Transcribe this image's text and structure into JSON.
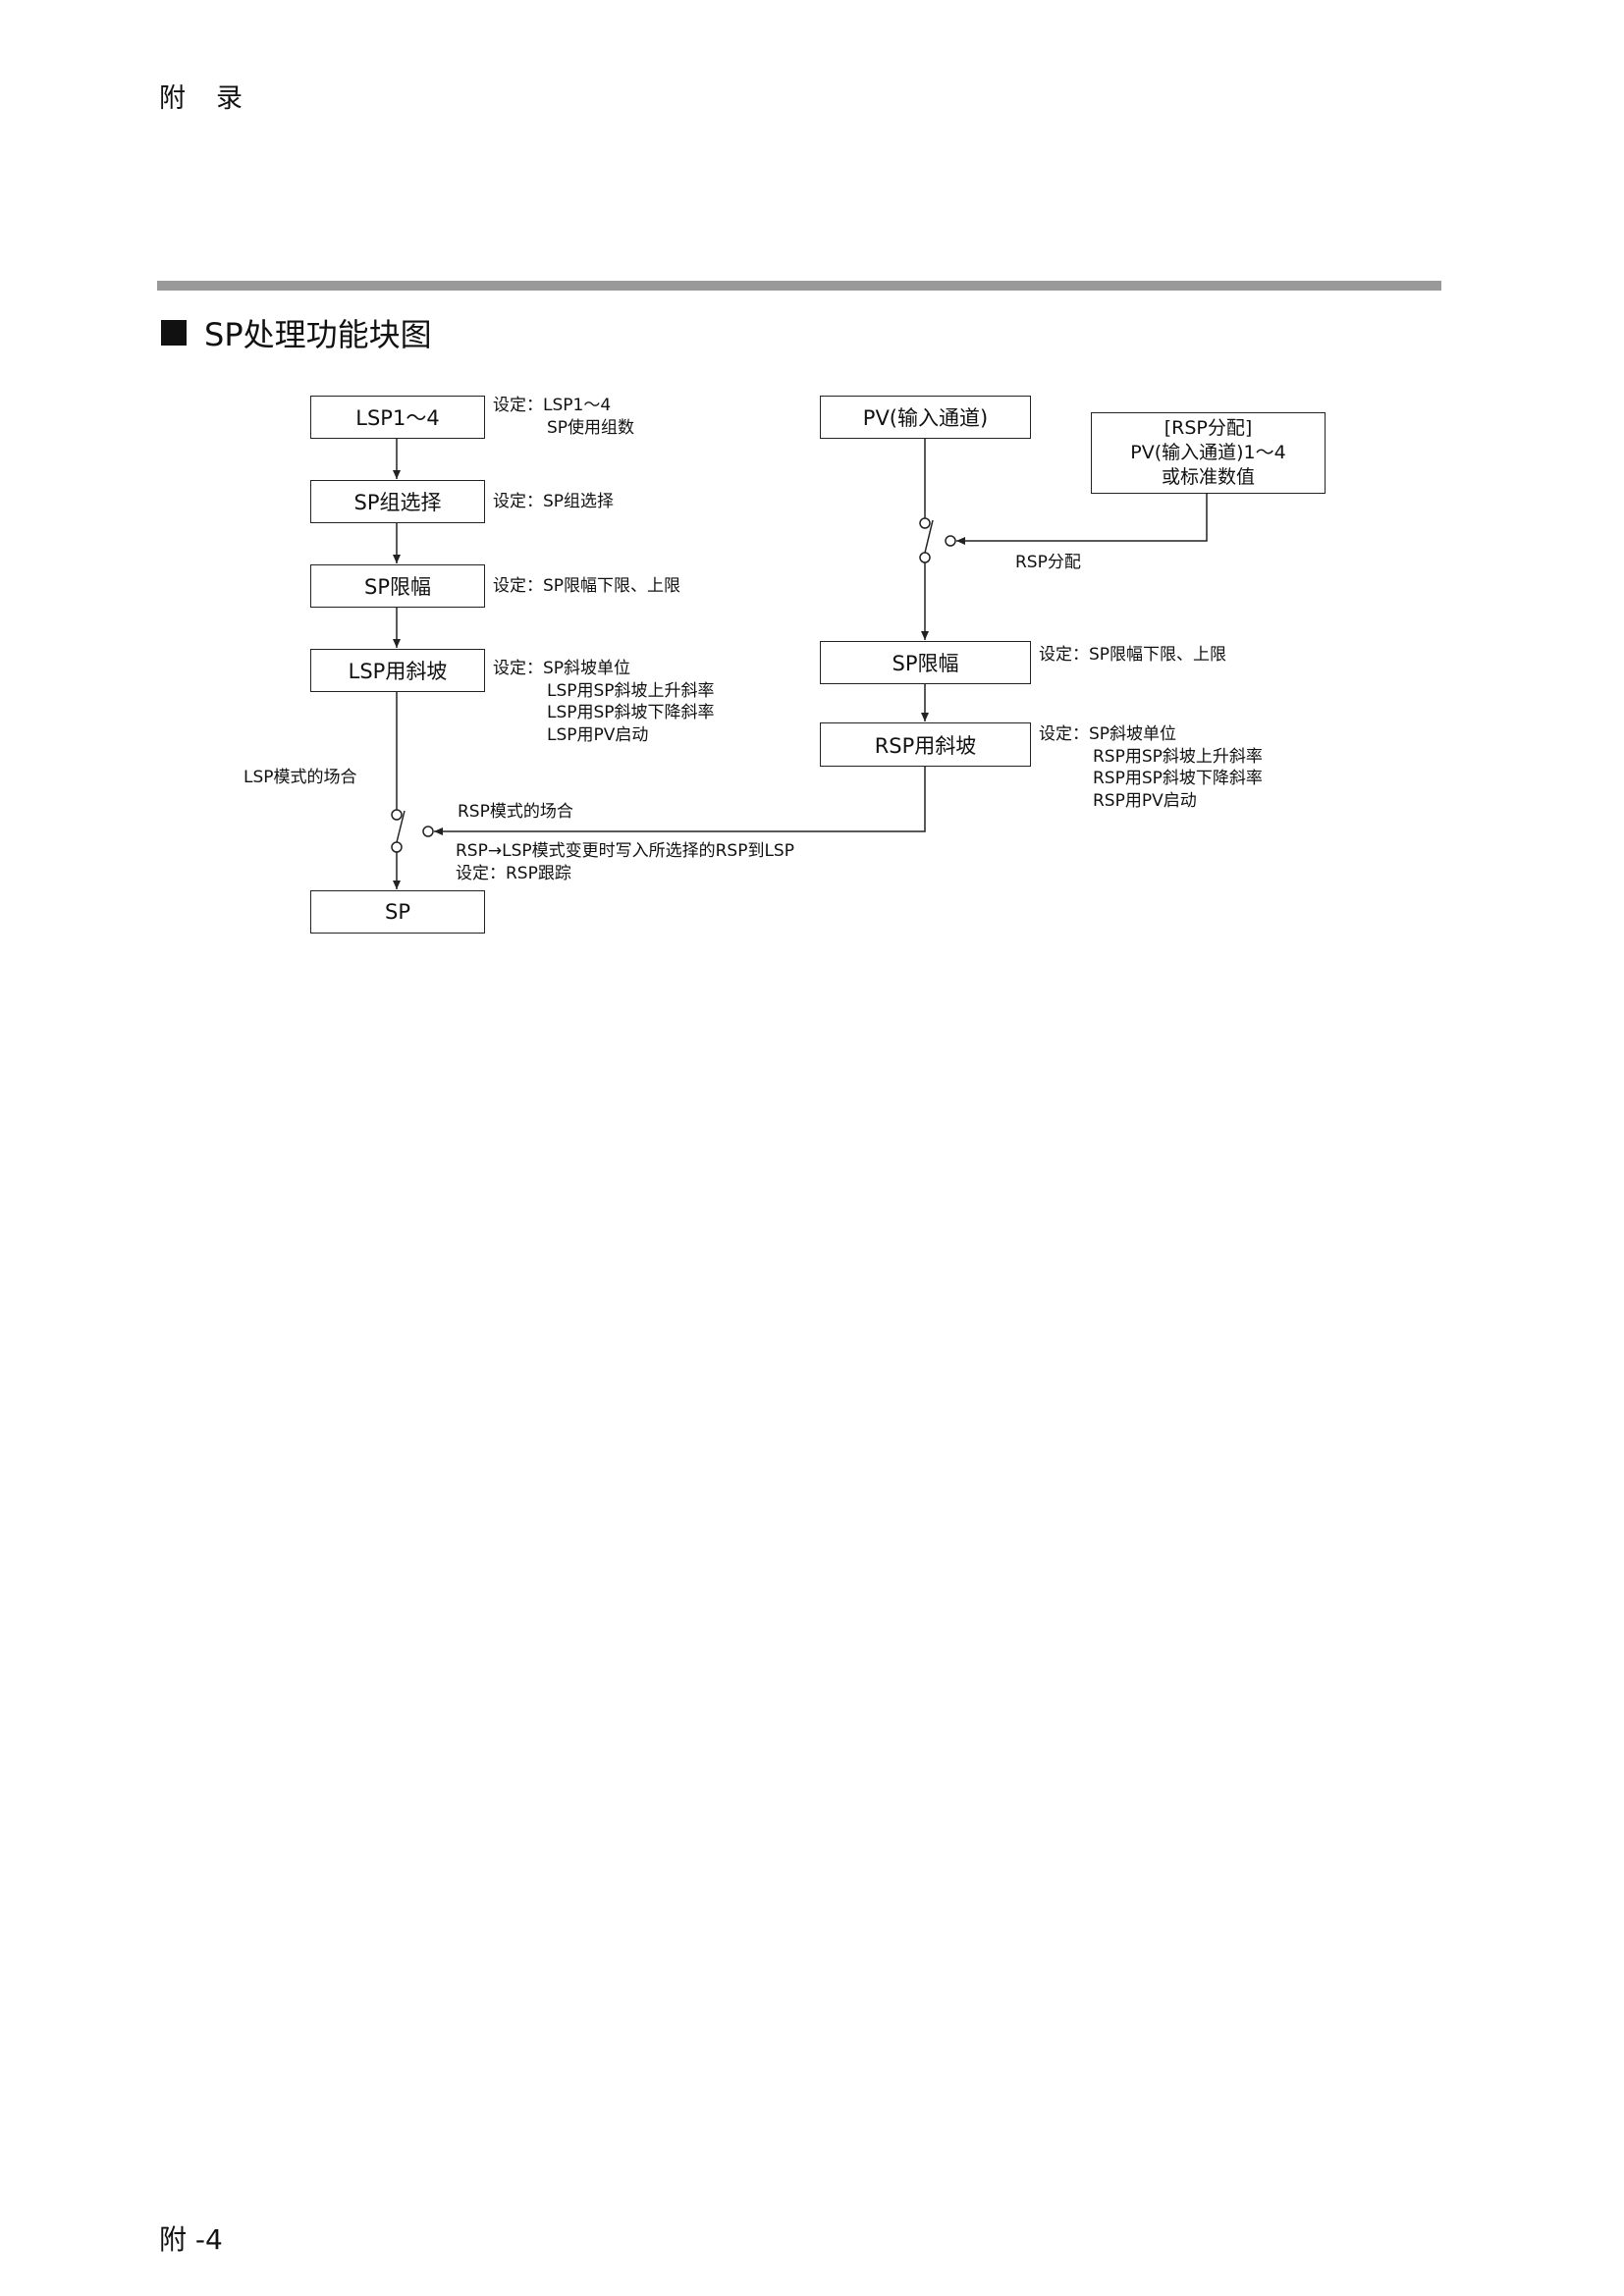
{
  "header": {
    "title": "附　录"
  },
  "section": {
    "title": "SP处理功能块图"
  },
  "footer": {
    "page_number": "附 -4"
  },
  "diagram": {
    "left_chain": {
      "lsp14": {
        "label": "LSP1～4",
        "note": [
          "设定：LSP1～4",
          "SP使用组数"
        ]
      },
      "sp_group": {
        "label": "SP组选择",
        "note": [
          "设定：SP组选择"
        ]
      },
      "sp_limit": {
        "label": "SP限幅",
        "note": [
          "设定：SP限幅下限、上限"
        ]
      },
      "lsp_ramp": {
        "label": "LSP用斜坡",
        "note": [
          "设定：SP斜坡单位",
          "LSP用SP斜坡上升斜率",
          "LSP用SP斜坡下降斜率",
          "LSP用PV启动"
        ]
      },
      "lsp_mode_label": "LSP模式的场合",
      "rsp_mode_label": "RSP模式的场合",
      "switch_note": [
        "RSP→LSP模式变更时写入所选择的RSP到LSP",
        "设定：RSP跟踪"
      ],
      "sp_output": {
        "label": "SP"
      }
    },
    "right_chain": {
      "pv_input": {
        "label": "PV(输入通道)"
      },
      "rsp_assign": {
        "lines": [
          "[RSP分配]",
          "PV(输入通道)1～4",
          "或标准数值"
        ]
      },
      "rsp_assign_label": "RSP分配",
      "sp_limit": {
        "label": "SP限幅",
        "note": [
          "设定：SP限幅下限、上限"
        ]
      },
      "rsp_ramp": {
        "label": "RSP用斜坡",
        "note": [
          "设定：SP斜坡单位",
          "RSP用SP斜坡上升斜率",
          "RSP用SP斜坡下降斜率",
          "RSP用PV启动"
        ]
      }
    }
  }
}
